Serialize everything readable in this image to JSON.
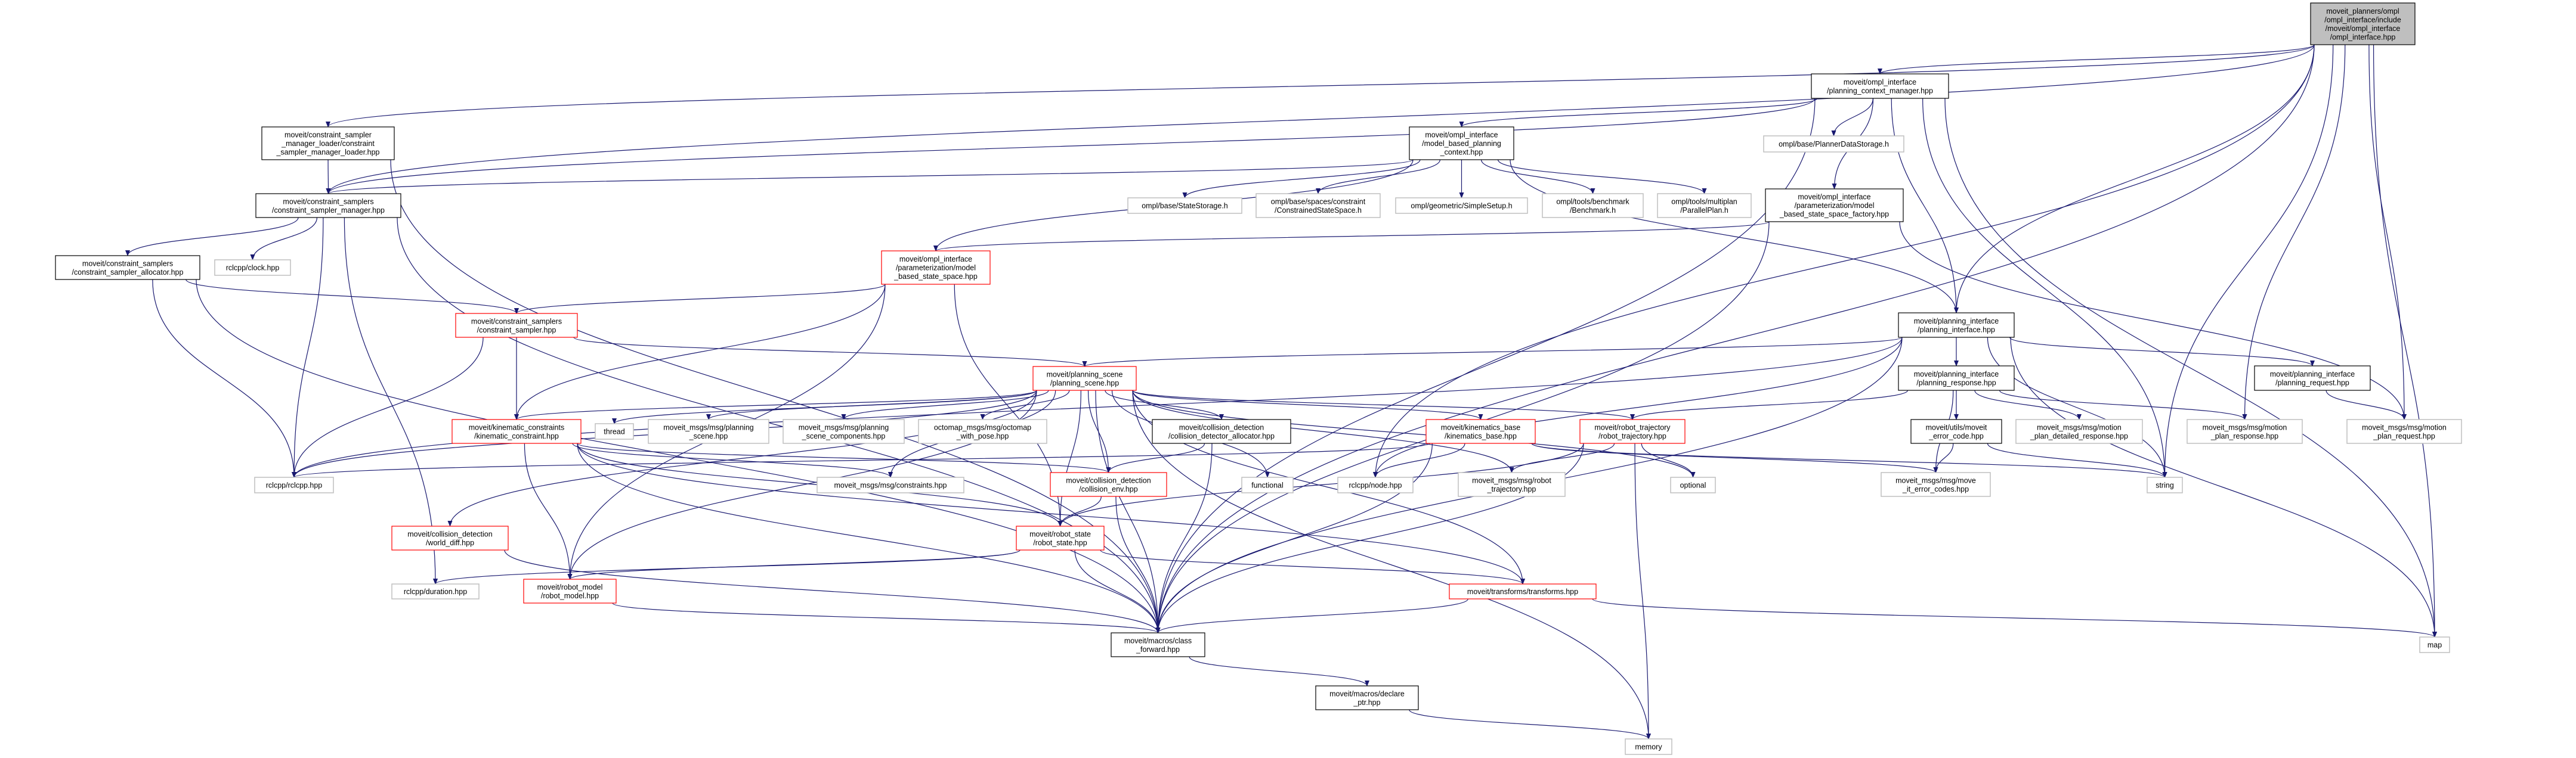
{
  "colors": {
    "edge": "#191970",
    "root_fill": "#bfbfbf",
    "documented_border": "#000000",
    "incomplete_border": "#ff0000",
    "external_border": "#bfbfbf"
  },
  "nodes": [
    {
      "id": "root",
      "lines": [
        "moveit_planners/ompl",
        "/ompl_interface/include",
        "/moveit/ompl_interface",
        "/ompl_interface.hpp"
      ],
      "style": "root"
    },
    {
      "id": "pcm",
      "lines": [
        "moveit/ompl_interface",
        "/planning_context_manager.hpp"
      ],
      "style": "doc"
    },
    {
      "id": "cs_loader",
      "lines": [
        "moveit/constraint_sampler",
        "_manager_loader/constraint",
        "_sampler_manager_loader.hpp"
      ],
      "style": "doc"
    },
    {
      "id": "mbpc",
      "lines": [
        "moveit/ompl_interface",
        "/model_based_planning",
        "_context.hpp"
      ],
      "style": "doc"
    },
    {
      "id": "pds",
      "lines": [
        "ompl/base/PlannerDataStorage.h"
      ],
      "style": "ext"
    },
    {
      "id": "cs_manager",
      "lines": [
        "moveit/constraint_samplers",
        "/constraint_sampler_manager.hpp"
      ],
      "style": "doc"
    },
    {
      "id": "statestorage",
      "lines": [
        "ompl/base/StateStorage.h"
      ],
      "style": "ext"
    },
    {
      "id": "css",
      "lines": [
        "ompl/base/spaces/constraint",
        "/ConstrainedStateSpace.h"
      ],
      "style": "ext"
    },
    {
      "id": "simplesetup",
      "lines": [
        "ompl/geometric/SimpleSetup.h"
      ],
      "style": "ext"
    },
    {
      "id": "benchmark",
      "lines": [
        "ompl/tools/benchmark",
        "/Benchmark.h"
      ],
      "style": "ext"
    },
    {
      "id": "parallelplan",
      "lines": [
        "ompl/tools/multiplan",
        "/ParallelPlan.h"
      ],
      "style": "ext"
    },
    {
      "id": "factory",
      "lines": [
        "moveit/ompl_interface",
        "/parameterization/model",
        "_based_state_space_factory.hpp"
      ],
      "style": "doc"
    },
    {
      "id": "allocator",
      "lines": [
        "moveit/constraint_samplers",
        "/constraint_sampler_allocator.hpp"
      ],
      "style": "doc"
    },
    {
      "id": "clock",
      "lines": [
        "rclcpp/clock.hpp"
      ],
      "style": "ext"
    },
    {
      "id": "mbss",
      "lines": [
        "moveit/ompl_interface",
        "/parameterization/model",
        "_based_state_space.hpp"
      ],
      "style": "red"
    },
    {
      "id": "cs",
      "lines": [
        "moveit/constraint_samplers",
        "/constraint_sampler.hpp"
      ],
      "style": "red"
    },
    {
      "id": "pi",
      "lines": [
        "moveit/planning_interface",
        "/planning_interface.hpp"
      ],
      "style": "doc"
    },
    {
      "id": "ps",
      "lines": [
        "moveit/planning_scene",
        "/planning_scene.hpp"
      ],
      "style": "red"
    },
    {
      "id": "presp",
      "lines": [
        "moveit/planning_interface",
        "/planning_response.hpp"
      ],
      "style": "doc"
    },
    {
      "id": "preq",
      "lines": [
        "moveit/planning_interface",
        "/planning_request.hpp"
      ],
      "style": "doc"
    },
    {
      "id": "kc",
      "lines": [
        "moveit/kinematic_constraints",
        "/kinematic_constraint.hpp"
      ],
      "style": "red"
    },
    {
      "id": "thread",
      "lines": [
        "thread"
      ],
      "style": "ext"
    },
    {
      "id": "psmsg",
      "lines": [
        "moveit_msgs/msg/planning",
        "_scene.hpp"
      ],
      "style": "ext"
    },
    {
      "id": "pscomp",
      "lines": [
        "moveit_msgs/msg/planning",
        "_scene_components.hpp"
      ],
      "style": "ext"
    },
    {
      "id": "octomap",
      "lines": [
        "octomap_msgs/msg/octomap",
        "_with_pose.hpp"
      ],
      "style": "ext"
    },
    {
      "id": "cdalloc",
      "lines": [
        "moveit/collision_detection",
        "/collision_detector_allocator.hpp"
      ],
      "style": "doc"
    },
    {
      "id": "kb",
      "lines": [
        "moveit/kinematics_base",
        "/kinematics_base.hpp"
      ],
      "style": "red"
    },
    {
      "id": "rt",
      "lines": [
        "moveit/robot_trajectory",
        "/robot_trajectory.hpp"
      ],
      "style": "red"
    },
    {
      "id": "errcode",
      "lines": [
        "moveit/utils/moveit",
        "_error_code.hpp"
      ],
      "style": "doc"
    },
    {
      "id": "detresp",
      "lines": [
        "moveit_msgs/msg/motion",
        "_plan_detailed_response.hpp"
      ],
      "style": "ext"
    },
    {
      "id": "mpresp",
      "lines": [
        "moveit_msgs/msg/motion",
        "_plan_response.hpp"
      ],
      "style": "ext"
    },
    {
      "id": "mpreq",
      "lines": [
        "moveit_msgs/msg/motion",
        "_plan_request.hpp"
      ],
      "style": "ext"
    },
    {
      "id": "rclcpp",
      "lines": [
        "rclcpp/rclcpp.hpp"
      ],
      "style": "ext"
    },
    {
      "id": "constraints",
      "lines": [
        "moveit_msgs/msg/constraints.hpp"
      ],
      "style": "ext"
    },
    {
      "id": "cenv",
      "lines": [
        "moveit/collision_detection",
        "/collision_env.hpp"
      ],
      "style": "red"
    },
    {
      "id": "functional",
      "lines": [
        "functional"
      ],
      "style": "ext"
    },
    {
      "id": "node",
      "lines": [
        "rclcpp/node.hpp"
      ],
      "style": "ext"
    },
    {
      "id": "rtmsg",
      "lines": [
        "moveit_msgs/msg/robot",
        "_trajectory.hpp"
      ],
      "style": "ext"
    },
    {
      "id": "optional",
      "lines": [
        "optional"
      ],
      "style": "ext"
    },
    {
      "id": "moveerr",
      "lines": [
        "moveit_msgs/msg/move",
        "_it_error_codes.hpp"
      ],
      "style": "ext"
    },
    {
      "id": "string",
      "lines": [
        "string"
      ],
      "style": "ext"
    },
    {
      "id": "worlddiff",
      "lines": [
        "moveit/collision_detection",
        "/world_diff.hpp"
      ],
      "style": "red"
    },
    {
      "id": "rs",
      "lines": [
        "moveit/robot_state",
        "/robot_state.hpp"
      ],
      "style": "red"
    },
    {
      "id": "duration",
      "lines": [
        "rclcpp/duration.hpp"
      ],
      "style": "ext"
    },
    {
      "id": "rm",
      "lines": [
        "moveit/robot_model",
        "/robot_model.hpp"
      ],
      "style": "red"
    },
    {
      "id": "transforms",
      "lines": [
        "moveit/transforms/transforms.hpp"
      ],
      "style": "red"
    },
    {
      "id": "map",
      "lines": [
        "map"
      ],
      "style": "ext"
    },
    {
      "id": "classfwd",
      "lines": [
        "moveit/macros/class",
        "_forward.hpp"
      ],
      "style": "doc"
    },
    {
      "id": "declptr",
      "lines": [
        "moveit/macros/declare",
        "_ptr.hpp"
      ],
      "style": "doc"
    },
    {
      "id": "memory",
      "lines": [
        "memory"
      ],
      "style": "ext"
    }
  ],
  "edges": [
    [
      "root",
      "pcm"
    ],
    [
      "root",
      "cs_loader"
    ],
    [
      "root",
      "cs_manager"
    ],
    [
      "root",
      "node"
    ],
    [
      "root",
      "pi"
    ],
    [
      "root",
      "classfwd"
    ],
    [
      "root",
      "mpresp"
    ],
    [
      "root",
      "mpreq"
    ],
    [
      "root",
      "string"
    ],
    [
      "root",
      "map"
    ],
    [
      "pcm",
      "mbpc"
    ],
    [
      "pcm",
      "pds"
    ],
    [
      "pcm",
      "factory"
    ],
    [
      "pcm",
      "cs_manager"
    ],
    [
      "pcm",
      "pi"
    ],
    [
      "pcm",
      "classfwd"
    ],
    [
      "pcm",
      "string"
    ],
    [
      "pcm",
      "map"
    ],
    [
      "cs_loader",
      "cs_manager"
    ],
    [
      "cs_loader",
      "classfwd"
    ],
    [
      "mbpc",
      "cs_manager"
    ],
    [
      "mbpc",
      "statestorage"
    ],
    [
      "mbpc",
      "css"
    ],
    [
      "mbpc",
      "simplesetup"
    ],
    [
      "mbpc",
      "benchmark"
    ],
    [
      "mbpc",
      "parallelplan"
    ],
    [
      "mbpc",
      "mbss"
    ],
    [
      "mbpc",
      "pi"
    ],
    [
      "cs_manager",
      "allocator"
    ],
    [
      "cs_manager",
      "clock"
    ],
    [
      "cs_manager",
      "rclcpp"
    ],
    [
      "cs_manager",
      "classfwd"
    ],
    [
      "cs_manager",
      "duration"
    ],
    [
      "factory",
      "mbss"
    ],
    [
      "factory",
      "classfwd"
    ],
    [
      "factory",
      "mpreq"
    ],
    [
      "allocator",
      "cs"
    ],
    [
      "allocator",
      "rclcpp"
    ],
    [
      "allocator",
      "classfwd"
    ],
    [
      "mbss",
      "cs"
    ],
    [
      "mbss",
      "kc"
    ],
    [
      "mbss",
      "rs"
    ],
    [
      "mbss",
      "rm"
    ],
    [
      "cs",
      "kc"
    ],
    [
      "cs",
      "ps"
    ],
    [
      "cs",
      "rclcpp"
    ],
    [
      "pi",
      "ps"
    ],
    [
      "pi",
      "presp"
    ],
    [
      "pi",
      "preq"
    ],
    [
      "pi",
      "string"
    ],
    [
      "pi",
      "rclcpp"
    ],
    [
      "pi",
      "node"
    ],
    [
      "pi",
      "classfwd"
    ],
    [
      "pi",
      "map"
    ],
    [
      "ps",
      "psmsg"
    ],
    [
      "ps",
      "pscomp"
    ],
    [
      "ps",
      "octomap"
    ],
    [
      "ps",
      "cdalloc"
    ],
    [
      "ps",
      "kc"
    ],
    [
      "ps",
      "thread"
    ],
    [
      "ps",
      "rclcpp"
    ],
    [
      "ps",
      "constraints"
    ],
    [
      "ps",
      "cenv"
    ],
    [
      "ps",
      "functional"
    ],
    [
      "ps",
      "kb"
    ],
    [
      "ps",
      "rt"
    ],
    [
      "ps",
      "optional"
    ],
    [
      "ps",
      "rs"
    ],
    [
      "ps",
      "rm"
    ],
    [
      "ps",
      "worlddiff"
    ],
    [
      "ps",
      "classfwd"
    ],
    [
      "ps",
      "transforms"
    ],
    [
      "ps",
      "memory"
    ],
    [
      "ps",
      "rtmsg"
    ],
    [
      "presp",
      "rt"
    ],
    [
      "presp",
      "errcode"
    ],
    [
      "presp",
      "detresp"
    ],
    [
      "presp",
      "mpresp"
    ],
    [
      "presp",
      "moveerr"
    ],
    [
      "preq",
      "mpreq"
    ],
    [
      "kc",
      "constraints"
    ],
    [
      "kc",
      "cenv"
    ],
    [
      "kc",
      "rm"
    ],
    [
      "kc",
      "rs"
    ],
    [
      "kc",
      "classfwd"
    ],
    [
      "kc",
      "transforms"
    ],
    [
      "cdalloc",
      "cenv"
    ],
    [
      "cdalloc",
      "classfwd"
    ],
    [
      "kb",
      "rclcpp"
    ],
    [
      "kb",
      "node"
    ],
    [
      "kb",
      "classfwd"
    ],
    [
      "kb",
      "string"
    ],
    [
      "kb",
      "moveerr"
    ],
    [
      "rt",
      "rtmsg"
    ],
    [
      "rt",
      "optional"
    ],
    [
      "rt",
      "rs"
    ],
    [
      "rt",
      "classfwd"
    ],
    [
      "rt",
      "memory"
    ],
    [
      "errcode",
      "moveerr"
    ],
    [
      "errcode",
      "string"
    ],
    [
      "cenv",
      "rs"
    ],
    [
      "cenv",
      "classfwd"
    ],
    [
      "worlddiff",
      "classfwd"
    ],
    [
      "rs",
      "rm"
    ],
    [
      "rs",
      "transforms"
    ],
    [
      "rs",
      "duration"
    ],
    [
      "rs",
      "classfwd"
    ],
    [
      "rm",
      "classfwd"
    ],
    [
      "transforms",
      "classfwd"
    ],
    [
      "transforms",
      "map"
    ],
    [
      "classfwd",
      "declptr"
    ],
    [
      "declptr",
      "memory"
    ]
  ]
}
